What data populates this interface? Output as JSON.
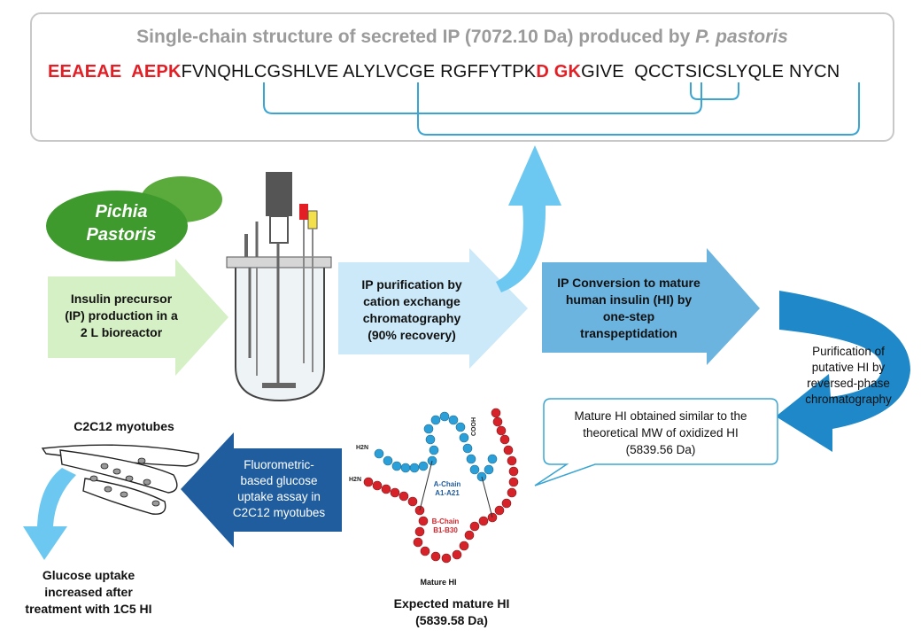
{
  "header": {
    "title_main": "Single-chain structure of secreted IP (7072.10 Da)  produced by ",
    "title_organism": "P. pastoris",
    "seq_red_1": "EEAEAE  AEPK",
    "seq_black_1": "FVNQHLCGSHLVE ALYLVCGE RGFFYTPK",
    "seq_red_2": "D GK",
    "seq_black_2": "GIVE  QCCTSICSLYQLE NYCN"
  },
  "organism": {
    "line1": "Pichia",
    "line2": "Pastoris"
  },
  "steps": {
    "production": [
      "Insulin precursor",
      "(IP) production in a",
      "2 L bioreactor"
    ],
    "purification": [
      "IP purification by",
      "cation exchange",
      "chromatography",
      "(90% recovery)"
    ],
    "conversion": [
      "IP Conversion to mature",
      "human insulin (HI) by",
      "one-step",
      "transpeptidation"
    ],
    "reversed_phase": [
      "Purification of",
      "putative HI by",
      "reversed-phase",
      "chromatography"
    ],
    "callout": [
      "Mature HI obtained similar to the",
      "theoretical MW of oxidized HI",
      "(5839.56 Da)"
    ],
    "glucose_assay": [
      "Fluorometric-",
      "based glucose",
      "uptake assay in",
      "C2C12 myotubes"
    ]
  },
  "myotubes": {
    "title": "C2C12 myotubes"
  },
  "result": [
    "Glucose uptake",
    "increased after",
    "treatment with 1C5 HI"
  ],
  "insulin": {
    "mature_label": "Mature HI",
    "expected": [
      "Expected mature HI",
      "(5839.58 Da)"
    ],
    "a_chain": [
      "A-Chain",
      "A1-A21"
    ],
    "b_chain": [
      "B-Chain",
      "B1-B30"
    ],
    "n_term": "H2N",
    "c_term": "COOH"
  },
  "colors": {
    "red": "#e31e24",
    "green_light": "#d5f0c4",
    "blue_light": "#cbe9f8",
    "blue_mid": "#6cb4e0",
    "blue_dark": "#1f5d9e",
    "bracket": "#3aa5d2",
    "a_chain_bead": "#2b9fd8",
    "b_chain_bead": "#d6232a"
  }
}
